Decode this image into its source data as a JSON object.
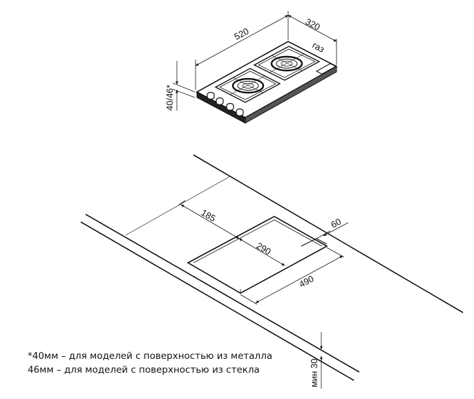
{
  "dimensions": {
    "hob_width": "520",
    "hob_depth": "320",
    "gas_label": "газ",
    "hob_height": "40/46*",
    "cutout_offset": "185",
    "cutout_depth": "290",
    "cutout_width": "490",
    "edge_offset": "60",
    "min_clearance": "мин 30"
  },
  "notes": {
    "line1": "*40мм – для моделей с поверхностью из металла",
    "line2": "46мм – для моделей с поверхностью из стекла"
  }
}
